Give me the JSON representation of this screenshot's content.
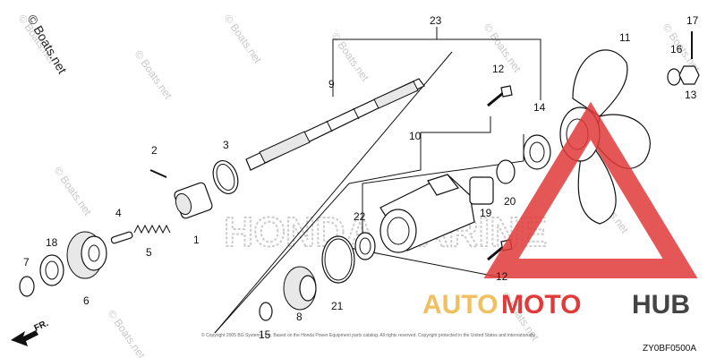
{
  "diagram": {
    "drawing_code": "ZY0BF0500A",
    "direction_label": "FR.",
    "copyright_fine_print": "© Copyright 2005 BG Systems, Inc. Based on the Honda Power Equipment parts catalog. All rights reserved. Copyright protected in the United States and internationally.",
    "callouts": [
      "1",
      "2",
      "3",
      "4",
      "5",
      "6",
      "7",
      "8",
      "9",
      "10",
      "11",
      "12",
      "12",
      "13",
      "14",
      "15",
      "16",
      "17",
      "18",
      "19",
      "20",
      "21",
      "22",
      "23"
    ]
  },
  "watermarks": {
    "boats_net": "© Boats.net",
    "brand_ghost": "HONDA MARINE"
  },
  "logo": {
    "part1": "AUTO",
    "part2": "MOTO",
    "part3": "HUB",
    "colors": {
      "auto": "#f0c060",
      "moto": "#e03a3a",
      "hub": "#444444",
      "triangle": "#e03a3a"
    }
  }
}
